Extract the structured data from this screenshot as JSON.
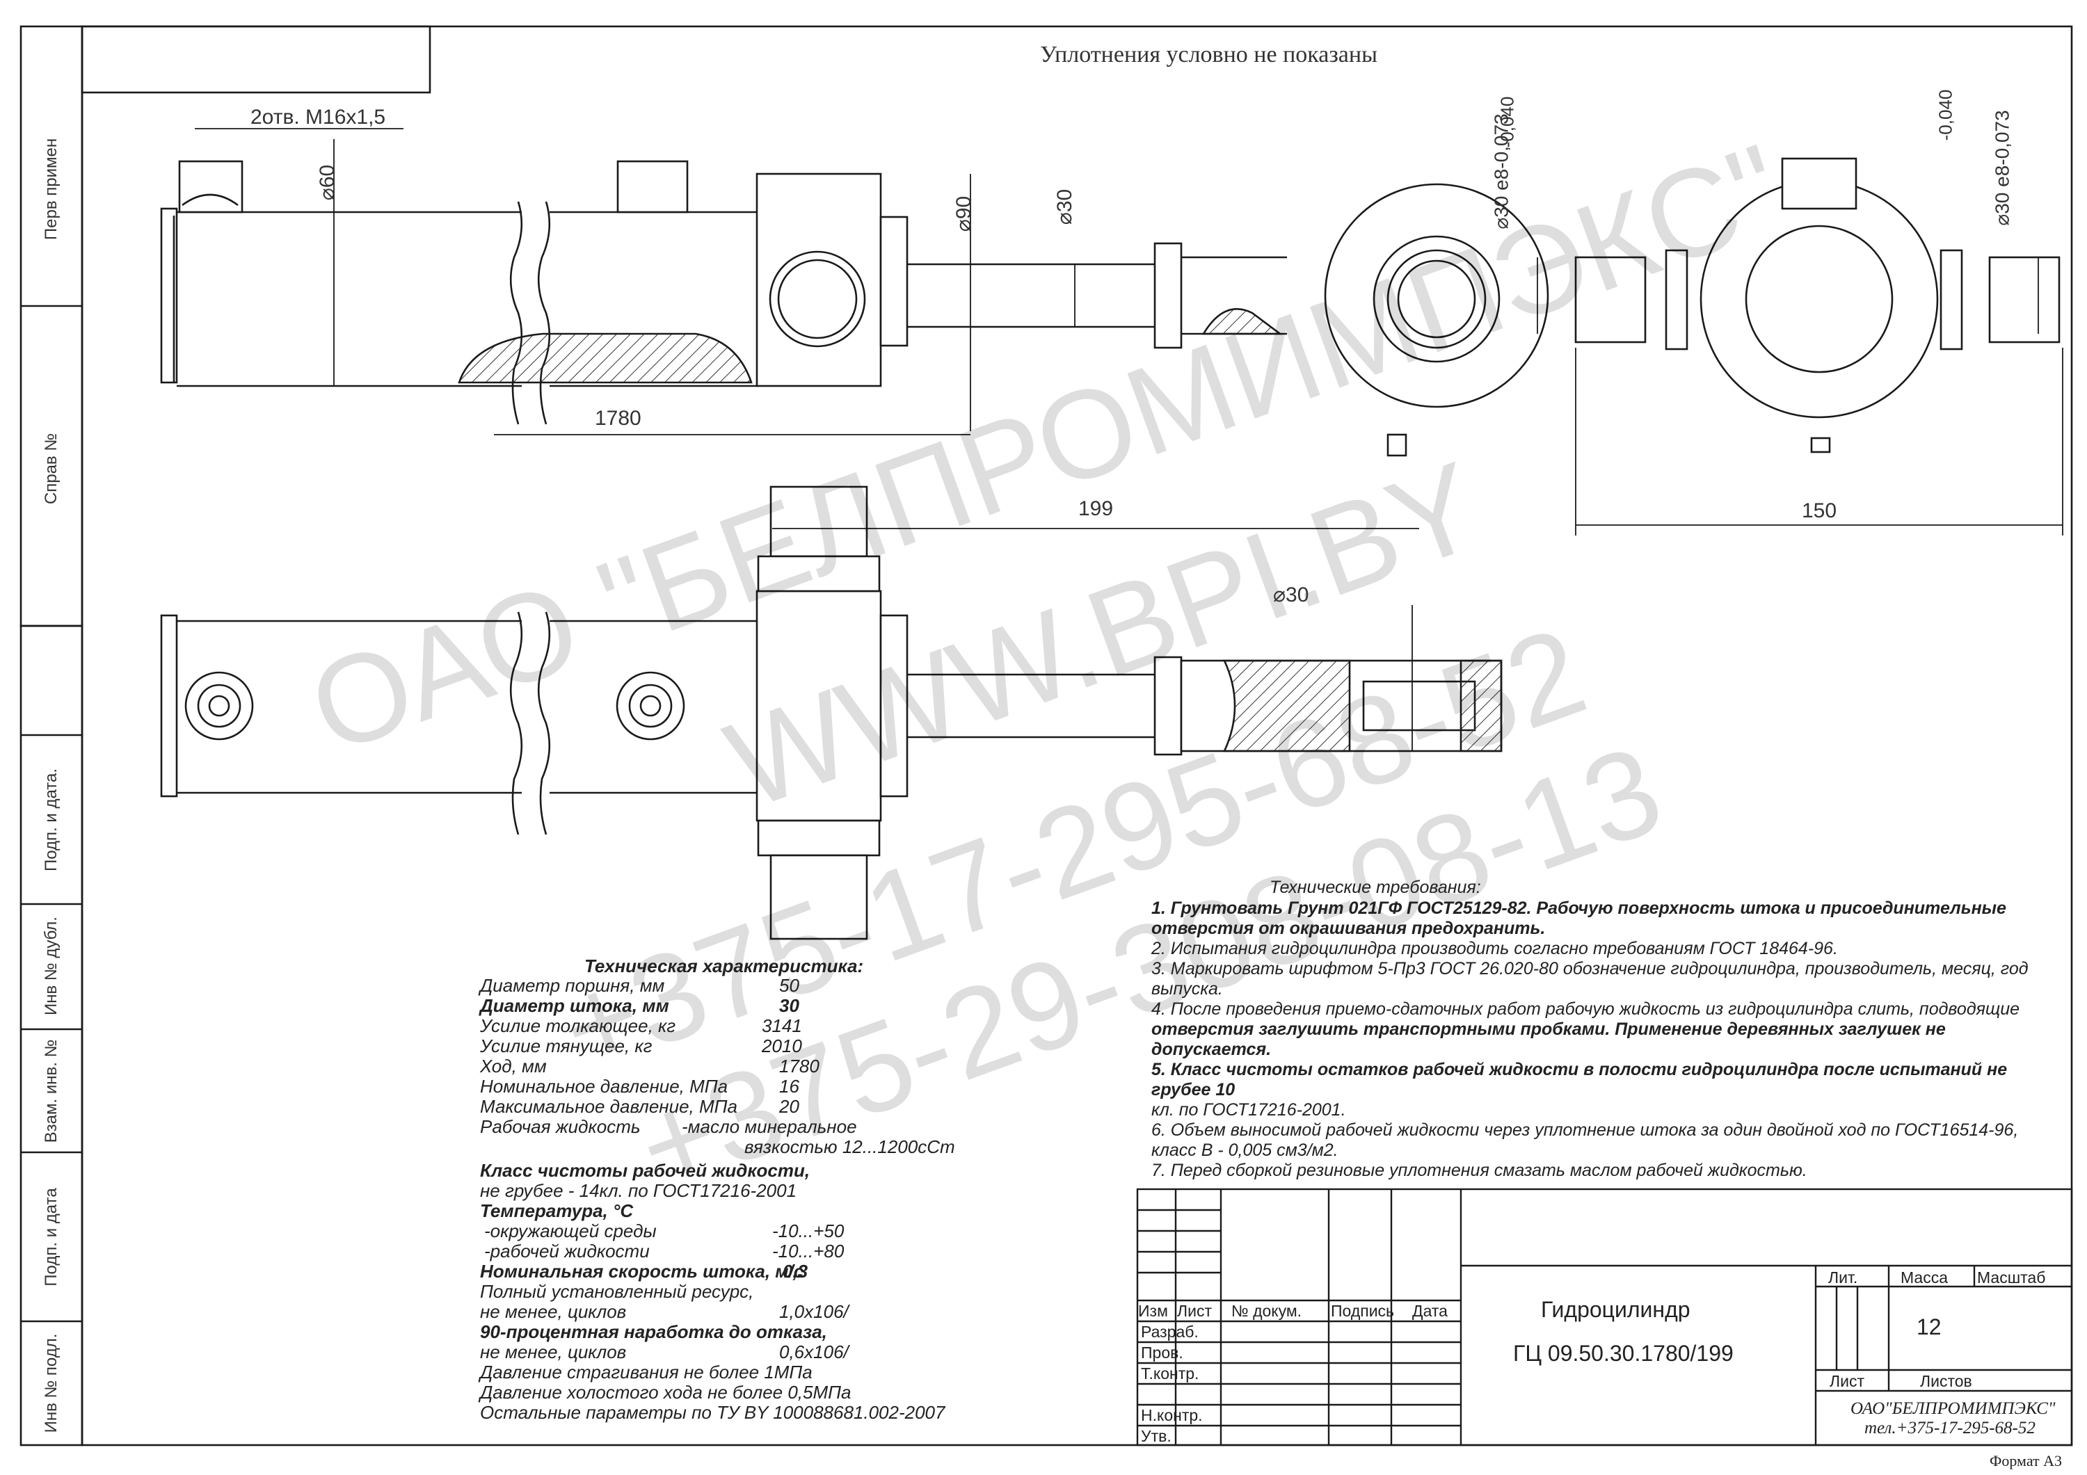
{
  "note_top": "Уплотнения условно не показаны",
  "side_labels": [
    "Перв примен",
    "Справ №",
    "Подп. и дата.",
    "Инв № дубл.",
    "Взам. инв. №",
    "Подп. и дата",
    "Инв № подл."
  ],
  "watermark": [
    "ОАО \"БЕЛПРОМИМПЭКС\"",
    "WWW.BPI.BY",
    "+375-17-295-68-52",
    "+375-29-308-08-13"
  ],
  "dimensions": {
    "holes": "2отв. М16х1,5",
    "d60": "⌀60",
    "d90": "⌀90",
    "d30_rod": "⌀30",
    "pin1_tol1": "-0,040",
    "pin1_tol2": "⌀30 е8-0,073",
    "pin2_tol1": "-0,040",
    "pin2_tol2": "⌀30 е8-0,073",
    "stroke": "1780",
    "extension": "199",
    "d30_eye": "⌀30",
    "width150": "150"
  },
  "spec": {
    "title": "Техническая характеристика:",
    "rows": [
      {
        "label": "Диаметр поршня, мм",
        "value": "50"
      },
      {
        "label": "Диаметр штока, мм",
        "value": "30"
      },
      {
        "label": "Усилие  толкающее, кг",
        "value": "3141"
      },
      {
        "label": "Усилие  тянущее, кг",
        "value": "2010"
      },
      {
        "label": "Ход, мм",
        "value": "1780"
      },
      {
        "label": "Номинальное давление, МПа",
        "value": "16"
      },
      {
        "label": "Максимальное давление, МПа",
        "value": "20"
      },
      {
        "label": "Рабочая жидкость",
        "value": "-масло минеральное"
      }
    ],
    "viscosity": "вязкостью 12...1200сСт",
    "clean_title": "Класс чистоты рабочей жидкости,",
    "clean_value": "не грубее - 14кл. по ГОСТ17216-2001",
    "temp_title": "Температура, °С",
    "temp_rows": [
      {
        "label": "-окружающей среды",
        "value": "-10...+50"
      },
      {
        "label": "-рабочей жидкости",
        "value": "-10...+80"
      }
    ],
    "speed_label": "Номинальная скорость штока, м/с",
    "speed_value": "0,3",
    "resource_title": "Полный установленный ресурс,",
    "resource_label": "не менее, циклов",
    "resource_value": "1,0х106/",
    "mtbf_title": "90-процентная наработка до отказа,",
    "mtbf_label": "не менее, циклов",
    "mtbf_value": "0,6х106/",
    "breakaway": "Давление страгивания не более   1МПа",
    "idle": "Давление холостого хода не более 0,5МПа",
    "other": "Остальные параметры по ТУ BY 100088681.002-2007"
  },
  "requirements": {
    "title": "Технические требования:",
    "lines": [
      "1. Грунтовать Грунт 021ГФ ГОСТ25129-82. Рабочую поверхность штока и присоединительные",
      "отверстия от окрашивания предохранить.",
      "2. Испытания гидроцилиндра производить согласно требованиям ГОСТ 18464-96.",
      "3. Маркировать шрифтом 5-Пр3 ГОСТ 26.020-80 обозначение гидроцилиндра, производитель, месяц, год",
      "выпуска.",
      "4. После проведения приемо-сдаточных работ рабочую жидкость из гидроцилиндра слить, подводящие",
      "отверстия заглушить транспортными пробками. Применение деревянных заглушек не допускается.",
      "5. Класс чистоты остатков рабочей жидкости в полости гидроцилиндра после испытаний не грубее 10",
      "кл. по ГОСТ17216-2001.",
      "6. Объем выносимой рабочей жидкости через уплотнение штока за один двойной ход по ГОСТ16514-96,",
      "класс В - 0,005 см3/м2.",
      "7. Перед сборкой резиновые уплотнения смазать маслом  рабочей жидкостью."
    ]
  },
  "title_block": {
    "headers": [
      "Изм",
      "Лист",
      "№ докум.",
      "Подпись",
      "Дата"
    ],
    "roles": [
      "Разраб.",
      "Пров.",
      "Т.контр.",
      "",
      "Н.контр.",
      "Утв."
    ],
    "name": "Гидроцилиндр",
    "designation": "ГЦ 09.50.30.1780/199",
    "lit": "Лит.",
    "mass": "Масса",
    "scale": "Масштаб",
    "mass_value": "12",
    "sheet": "Лист",
    "sheets": "Листов",
    "company": "ОАО\"БЕЛПРОМИМПЭКС\"",
    "phone": "тел.+375-17-295-68-52",
    "format": "Формат  А3"
  }
}
